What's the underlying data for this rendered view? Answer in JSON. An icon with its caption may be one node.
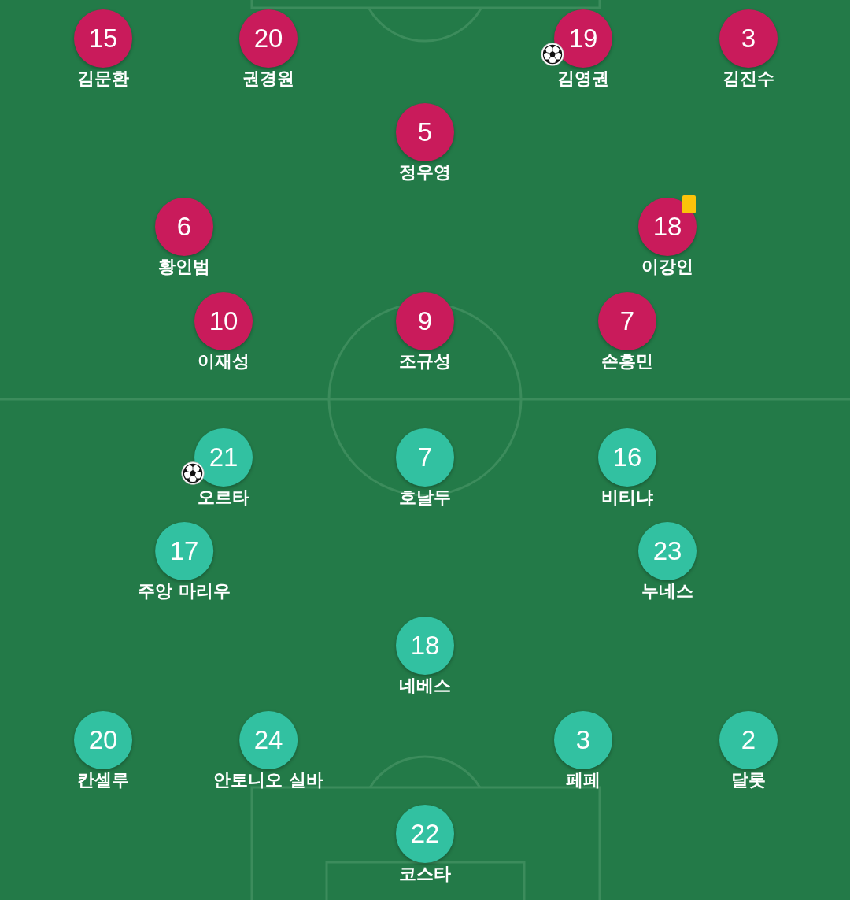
{
  "diagram": {
    "nodes": [
      {
        "text": [
          "15"
        ],
        "beside": [
          "김문환"
        ]
      },
      {
        "text": [
          "20"
        ],
        "beside": [
          "권경원"
        ]
      },
      {
        "text": [
          "19"
        ],
        "beside": [
          "김영권"
        ]
      },
      {
        "text": [
          "3"
        ],
        "beside": [
          "김진수"
        ]
      },
      {
        "text": [
          "5"
        ],
        "beside": [
          "정우영"
        ]
      },
      {
        "text": [
          "6"
        ],
        "beside": [
          "황인범"
        ]
      },
      {
        "text": [
          "18"
        ],
        "beside": [
          "이강인"
        ]
      },
      {
        "text": [
          "10"
        ],
        "beside": [
          "이재성"
        ]
      },
      {
        "text": [
          "9"
        ],
        "beside": [
          "조규성"
        ]
      },
      {
        "text": [
          "7"
        ],
        "beside": [
          "손흥민"
        ]
      },
      {
        "text": [
          "21"
        ],
        "beside": [
          "오르타"
        ]
      },
      {
        "text": [
          "7"
        ],
        "beside": [
          "호날두"
        ]
      },
      {
        "text": [
          "16"
        ],
        "beside": [
          "비티냐"
        ]
      },
      {
        "text": [
          "17"
        ],
        "beside": [
          "주앙 마리우"
        ]
      },
      {
        "text": [
          "23"
        ],
        "beside": [
          "누네스"
        ]
      },
      {
        "text": [
          "18"
        ],
        "beside": [
          "네베스"
        ]
      },
      {
        "text": [
          "20"
        ],
        "beside": [
          "칸셀루"
        ]
      },
      {
        "text": [
          "24"
        ],
        "beside": [
          "안토니오 실바"
        ]
      },
      {
        "text": [
          "3"
        ],
        "beside": [
          "페페"
        ]
      },
      {
        "text": [
          "2"
        ],
        "beside": [
          "달롯"
        ]
      },
      {
        "text": [
          "22"
        ],
        "beside": [
          "코스타"
        ]
      }
    ]
  }
}
